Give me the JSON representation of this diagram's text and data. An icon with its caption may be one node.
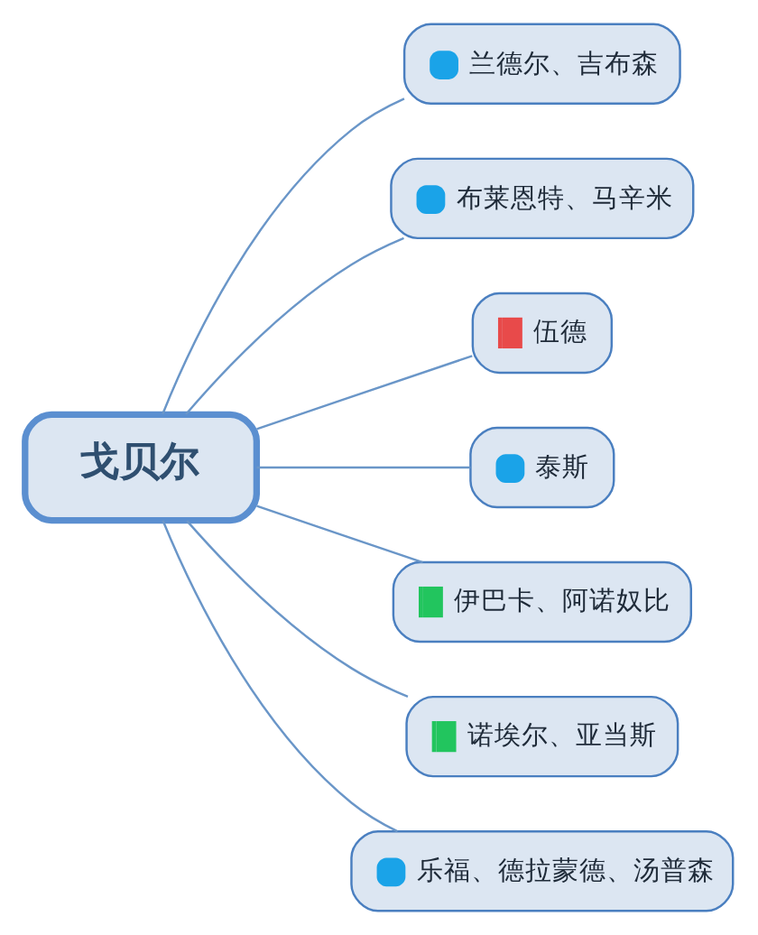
{
  "diagram": {
    "nodes": [
      {
        "text": [
          "戈贝尔"
        ]
      },
      {
        "text": [
          "兰德尔、吉布森"
        ]
      },
      {
        "text": [
          "布莱恩特、马辛米"
        ]
      },
      {
        "text": [
          "伍德"
        ]
      },
      {
        "text": [
          "泰斯"
        ]
      },
      {
        "text": [
          "伊巴卡、阿诺奴比"
        ]
      },
      {
        "text": [
          "诺埃尔、亚当斯"
        ]
      },
      {
        "text": [
          "乐福、德拉蒙德、汤普森"
        ]
      }
    ],
    "edges": [
      {
        "from": 0,
        "to": 1,
        "arrow": "none"
      },
      {
        "from": 0,
        "to": 2,
        "arrow": "none"
      },
      {
        "from": 0,
        "to": 3,
        "arrow": "none"
      },
      {
        "from": 0,
        "to": 4,
        "arrow": "none"
      },
      {
        "from": 0,
        "to": 5,
        "arrow": "none"
      },
      {
        "from": 0,
        "to": 6,
        "arrow": "none"
      },
      {
        "from": 0,
        "to": 7,
        "arrow": "none"
      }
    ]
  }
}
